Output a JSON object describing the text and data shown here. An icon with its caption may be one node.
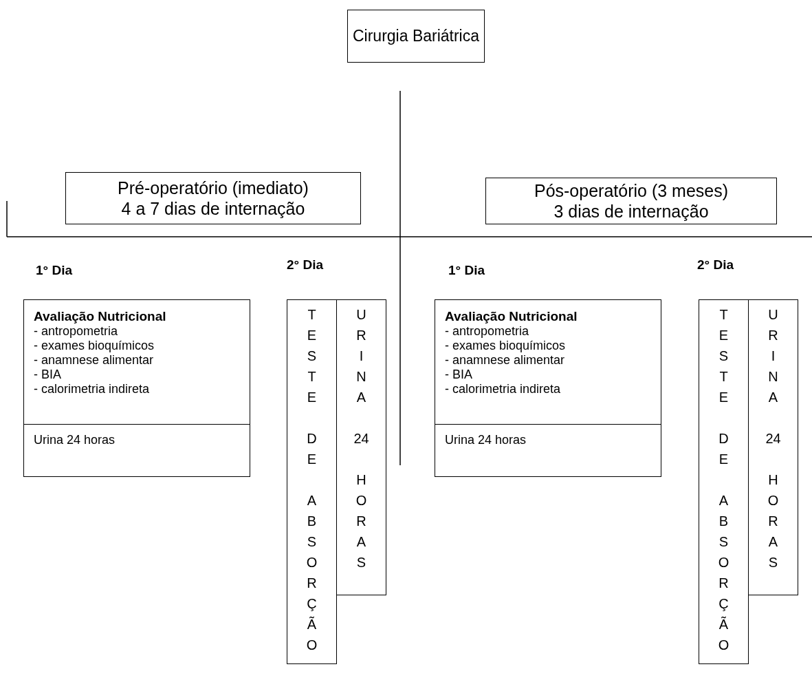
{
  "diagram": {
    "nodes": [
      {
        "text": [
          "Cirurgia Bariátrica"
        ]
      },
      {
        "text": [
          "Pré-operatório (imediato)",
          "4 a 7 dias de internação"
        ]
      },
      {
        "text": [
          "Pós-operatório (3 meses)",
          "3 dias de internação"
        ]
      },
      {
        "text": [
          "Avaliação Nutricional",
          "- antropometria",
          "- exames bioquímicos",
          "- anamnese alimentar",
          "- BIA",
          "- calorimetria indireta"
        ]
      },
      {
        "text": [
          "Urina 24 horas"
        ]
      },
      {
        "text": [
          "TESTE DE ABSORÇÃO"
        ]
      },
      {
        "text": [
          "URINA 24 HORAS"
        ]
      },
      {
        "text": [
          "Avaliação Nutricional",
          "- antropometria",
          "- exames bioquímicos",
          "- anamnese alimentar",
          "- BIA",
          "- calorimetria indireta"
        ]
      },
      {
        "text": [
          "Urina 24 horas"
        ]
      },
      {
        "text": [
          "TESTE DE ABSORÇÃO"
        ]
      },
      {
        "text": [
          "URINA 24 HORAS"
        ]
      }
    ],
    "labels": [
      "1° Dia",
      "2° Dia",
      "1° Dia",
      "2° Dia"
    ]
  }
}
